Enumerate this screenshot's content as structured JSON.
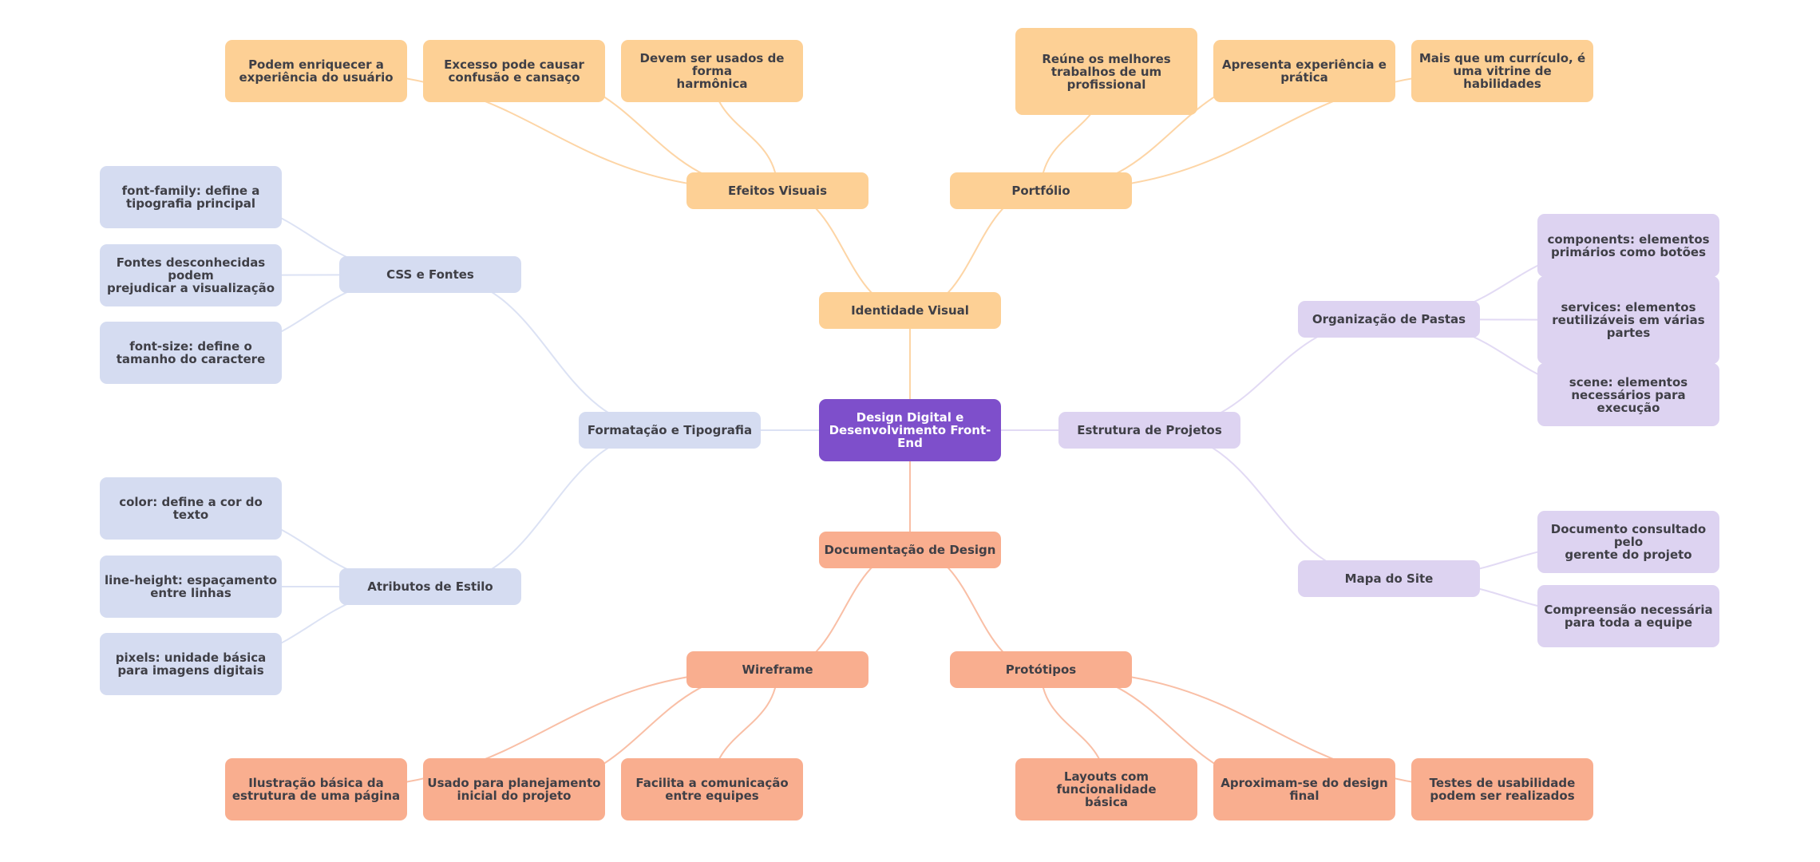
{
  "title": "Design Digital e Desenvolvimento Front-End",
  "colors": {
    "root": "#7E4FCB",
    "identidade": "#FDD095",
    "identidade_edge": "#FDD5A6",
    "formatacao": "#D5DCF1",
    "formatacao_edge": "#DCE2F4",
    "estrutura": "#DDD3F1",
    "estrutura_edge": "#E2DAF4",
    "documentacao": "#F9AE8F",
    "documentacao_edge": "#F9BFA6"
  },
  "root": {
    "id": "root",
    "label": "Design Digital e\nDesenvolvimento Front-End"
  },
  "branches": [
    {
      "id": "identidade",
      "label": "Identidade Visual",
      "color_key": "identidade",
      "children": [
        {
          "id": "efeitos",
          "label": "Efeitos Visuais",
          "children": [
            {
              "id": "ef1",
              "label": "Podem enriquecer a\nexperiência do usuário"
            },
            {
              "id": "ef2",
              "label": "Excesso pode causar\nconfusão e cansaço"
            },
            {
              "id": "ef3",
              "label": "Devem ser usados de forma\nharmônica"
            }
          ]
        },
        {
          "id": "portfolio",
          "label": "Portfólio",
          "children": [
            {
              "id": "pf1",
              "label": "Reúne os melhores\ntrabalhos de um\nprofissional"
            },
            {
              "id": "pf2",
              "label": "Apresenta experiência e\nprática"
            },
            {
              "id": "pf3",
              "label": "Mais que um currículo, é\numa vitrine de habilidades"
            }
          ]
        }
      ]
    },
    {
      "id": "formatacao",
      "label": "Formatação e Tipografia",
      "color_key": "formatacao",
      "children": [
        {
          "id": "css",
          "label": "CSS e Fontes",
          "children": [
            {
              "id": "cs1",
              "label": "font-family: define a\ntipografia principal"
            },
            {
              "id": "cs2",
              "label": "Fontes desconhecidas podem\nprejudicar a visualização"
            },
            {
              "id": "cs3",
              "label": "font-size: define o\ntamanho do caractere"
            }
          ]
        },
        {
          "id": "atributos",
          "label": "Atributos de Estilo",
          "children": [
            {
              "id": "at1",
              "label": "color: define a cor do\ntexto"
            },
            {
              "id": "at2",
              "label": "line-height: espaçamento\nentre linhas"
            },
            {
              "id": "at3",
              "label": "pixels: unidade básica\npara imagens digitais"
            }
          ]
        }
      ]
    },
    {
      "id": "estrutura",
      "label": "Estrutura de Projetos",
      "color_key": "estrutura",
      "children": [
        {
          "id": "organizacao",
          "label": "Organização de Pastas",
          "children": [
            {
              "id": "or1",
              "label": "components: elementos\nprimários como botões"
            },
            {
              "id": "or2",
              "label": "services: elementos\nreutilizáveis em várias\npartes"
            },
            {
              "id": "or3",
              "label": "scene: elementos\nnecessários para execução"
            }
          ]
        },
        {
          "id": "mapa",
          "label": "Mapa do Site",
          "children": [
            {
              "id": "mp1",
              "label": "Documento consultado pelo\ngerente do projeto"
            },
            {
              "id": "mp2",
              "label": "Compreensão necessária\npara toda a equipe"
            }
          ]
        }
      ]
    },
    {
      "id": "documentacao",
      "label": "Documentação de Design",
      "color_key": "documentacao",
      "children": [
        {
          "id": "wireframe",
          "label": "Wireframe",
          "children": [
            {
              "id": "wf1",
              "label": "Ilustração básica da\nestrutura de uma página"
            },
            {
              "id": "wf2",
              "label": "Usado para planejamento\ninicial do projeto"
            },
            {
              "id": "wf3",
              "label": "Facilita a comunicação\nentre equipes"
            }
          ]
        },
        {
          "id": "prototipos",
          "label": "Protótipos",
          "children": [
            {
              "id": "pt1",
              "label": "Layouts com funcionalidade\nbásica"
            },
            {
              "id": "pt2",
              "label": "Aproximam-se do design\nfinal"
            },
            {
              "id": "pt3",
              "label": "Testes de usabilidade\npodem ser realizados"
            }
          ]
        }
      ]
    }
  ]
}
